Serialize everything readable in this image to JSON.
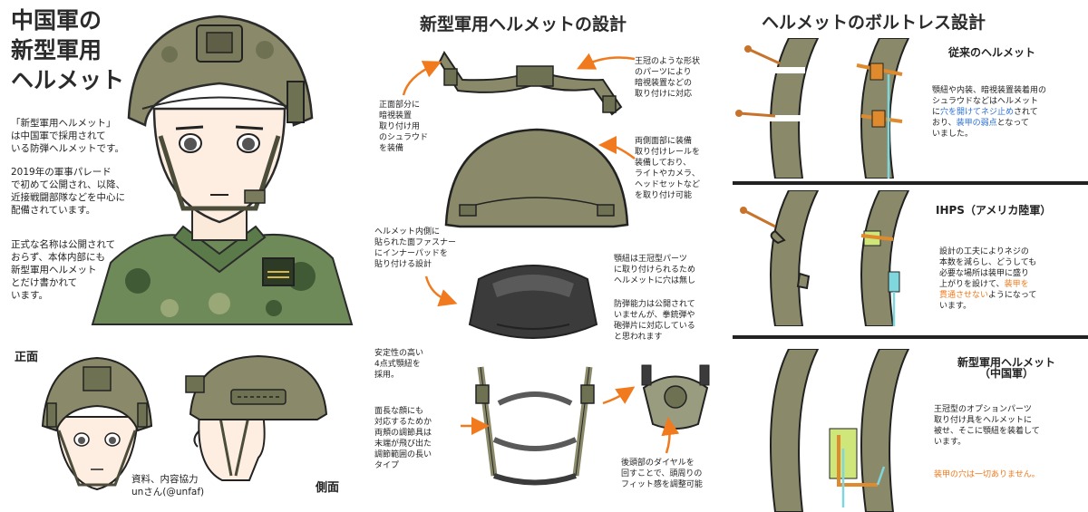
{
  "colors": {
    "accent_orange": "#f07a1d",
    "highlight_blue": "#2a6fd6",
    "helmet_olive": "#8a8a6a",
    "camo_green": "#5b7a4a"
  },
  "left": {
    "title_lines": [
      "中国軍の",
      "新型軍用",
      "ヘルメット"
    ],
    "para1": "「新型軍用ヘルメット」\nは中国軍で採用されて\nいる防弾ヘルメットです。",
    "para2": "2019年の軍事パレード\nで初めて公開され、以降、\n近接戦闘部隊などを中心に\n配備されています。",
    "para3": "正式な名称は公開されて\nおらず、本体内部にも\n新型軍用ヘルメット\nとだけ書かれて\nいます。",
    "front_label": "正面",
    "side_label": "側面",
    "credit": "資料、内容協力\nunさん(@unfaf)"
  },
  "middle": {
    "title": "新型軍用ヘルメットの設計",
    "note_crown": "王冠のような形状\nのパーツにより\n暗視装置などの\n取り付けに対応",
    "note_shroud": "正面部分に\n暗視装置\n取り付け用\nのシュラウド\nを装備",
    "note_rails": "両側面部に装備\n取り付けレールを\n装備しており、\nライトやカメラ、\nヘッドセットなど\nを取り付け可能",
    "note_velcro": "ヘルメット内側に\n貼られた面ファスナー\nにインナーパッドを\n貼り付ける設計",
    "note_chinstrap_crown": "顎紐は王冠型パーツ\nに取り付けられるため\nヘルメットに穴は無し",
    "note_protection": "防弾能力は公開されて\nいませんが、拳銃弾や\n砲弾片に対応している\nと思われます",
    "note_4point": "安定性の高い\n4点式顎紐を\n採用。",
    "note_adjust": "面長な顔にも\n対応するためか\n両頬の調節具は\n末端が飛び出た\n調節範囲の長い\nタイプ",
    "note_dial": "後頭部のダイヤルを\n回すことで、頭周りの\nフィット感を調整可能"
  },
  "right": {
    "title": "ヘルメットのボルトレス設計",
    "conventional": {
      "title": "従来のヘルメット",
      "text_a": "顎紐や内装、暗視装置装着用の\nシュラウドなどはヘルメット\nに",
      "text_b": "穴を開けてネジ止め",
      "text_c": "されて\nおり、",
      "text_d": "装甲の弱点",
      "text_e": "となって\nいました。"
    },
    "ihps": {
      "title": "IHPS（アメリカ陸軍）",
      "text_a": "設計の工夫によりネジの\n本数を減らし、どうしても\n必要な場所は装甲に盛り\n上がりを設けて、",
      "text_b": "装甲を\n貫通させない",
      "text_c": "ようになって\nいます。"
    },
    "new_helmet": {
      "title": "新型軍用ヘルメット\n（中国軍）",
      "text": "王冠型のオプションパーツ\n取り付け具をヘルメットに\n被せ、そこに顎紐を装着して\nいます。",
      "emphasis": "装甲の穴は一切ありません。"
    }
  }
}
